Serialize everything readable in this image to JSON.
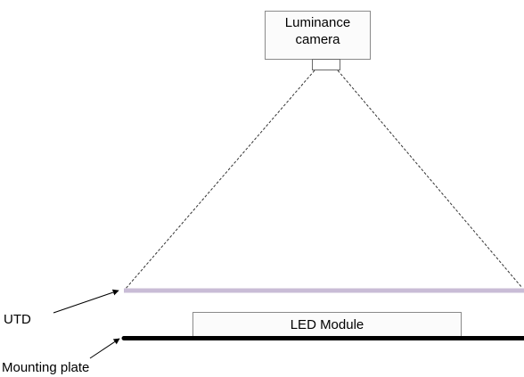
{
  "camera": {
    "label_line1": "Luminance",
    "label_line2": "camera"
  },
  "led_module": {
    "label": "LED Module"
  },
  "labels": {
    "utd": "UTD",
    "mounting_plate": "Mounting plate"
  },
  "colors": {
    "utd_plate": "#c9bcd6",
    "mounting_plate": "#000000",
    "box_fill": "#fbfbfb",
    "box_border": "#8a8a8a",
    "dashed_line": "#333333",
    "arrow": "#000000"
  }
}
